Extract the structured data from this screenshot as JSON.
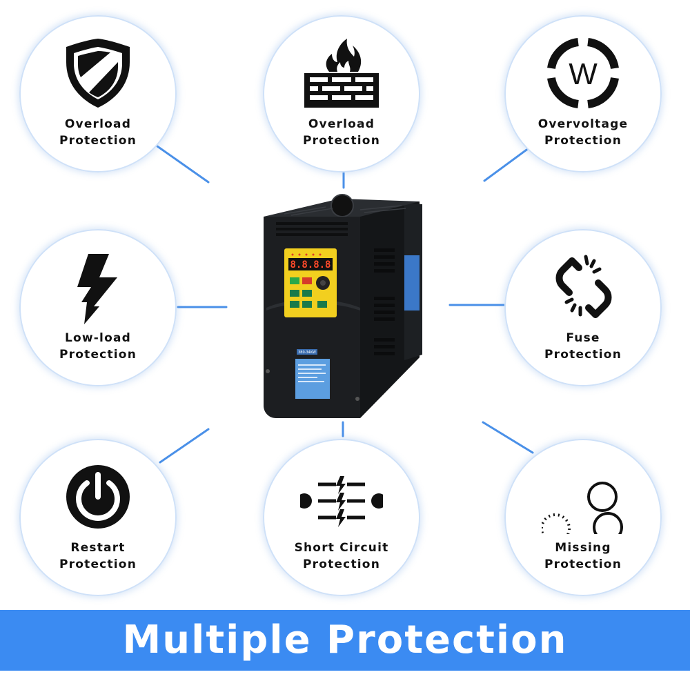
{
  "badges": [
    {
      "id": "overload-1",
      "icon": "shield-icon",
      "line1": "Overload",
      "line2": "Protection"
    },
    {
      "id": "overload-2",
      "icon": "fire-wall-icon",
      "line1": "Overload",
      "line2": "Protection"
    },
    {
      "id": "overvoltage",
      "icon": "w-circle-icon",
      "line1": "Overvoltage",
      "line2": "Protection"
    },
    {
      "id": "low-load",
      "icon": "lightning-bolt-icon",
      "line1": "Low-load",
      "line2": "Protection"
    },
    {
      "id": "fuse",
      "icon": "broken-link-icon",
      "line1": "Fuse",
      "line2": "Protection"
    },
    {
      "id": "restart",
      "icon": "power-icon",
      "line1": "Restart",
      "line2": "Protection"
    },
    {
      "id": "short-circuit",
      "icon": "short-circuit-icon",
      "line1": "Short Circuit",
      "line2": "Protection"
    },
    {
      "id": "missing",
      "icon": "phase-circles-icon",
      "line1": "Missing",
      "line2": "Protection"
    }
  ],
  "device": {
    "display": "8.8.8.8",
    "nameplate_tag": "380-34KW"
  },
  "banner": {
    "title": "Multiple Protection"
  },
  "colors": {
    "accent": "#3b8bf2",
    "connector": "#4a90e8",
    "device_body": "#1c1e21",
    "keypad": "#f2cf1f",
    "nameplate": "#5c9ee0"
  }
}
